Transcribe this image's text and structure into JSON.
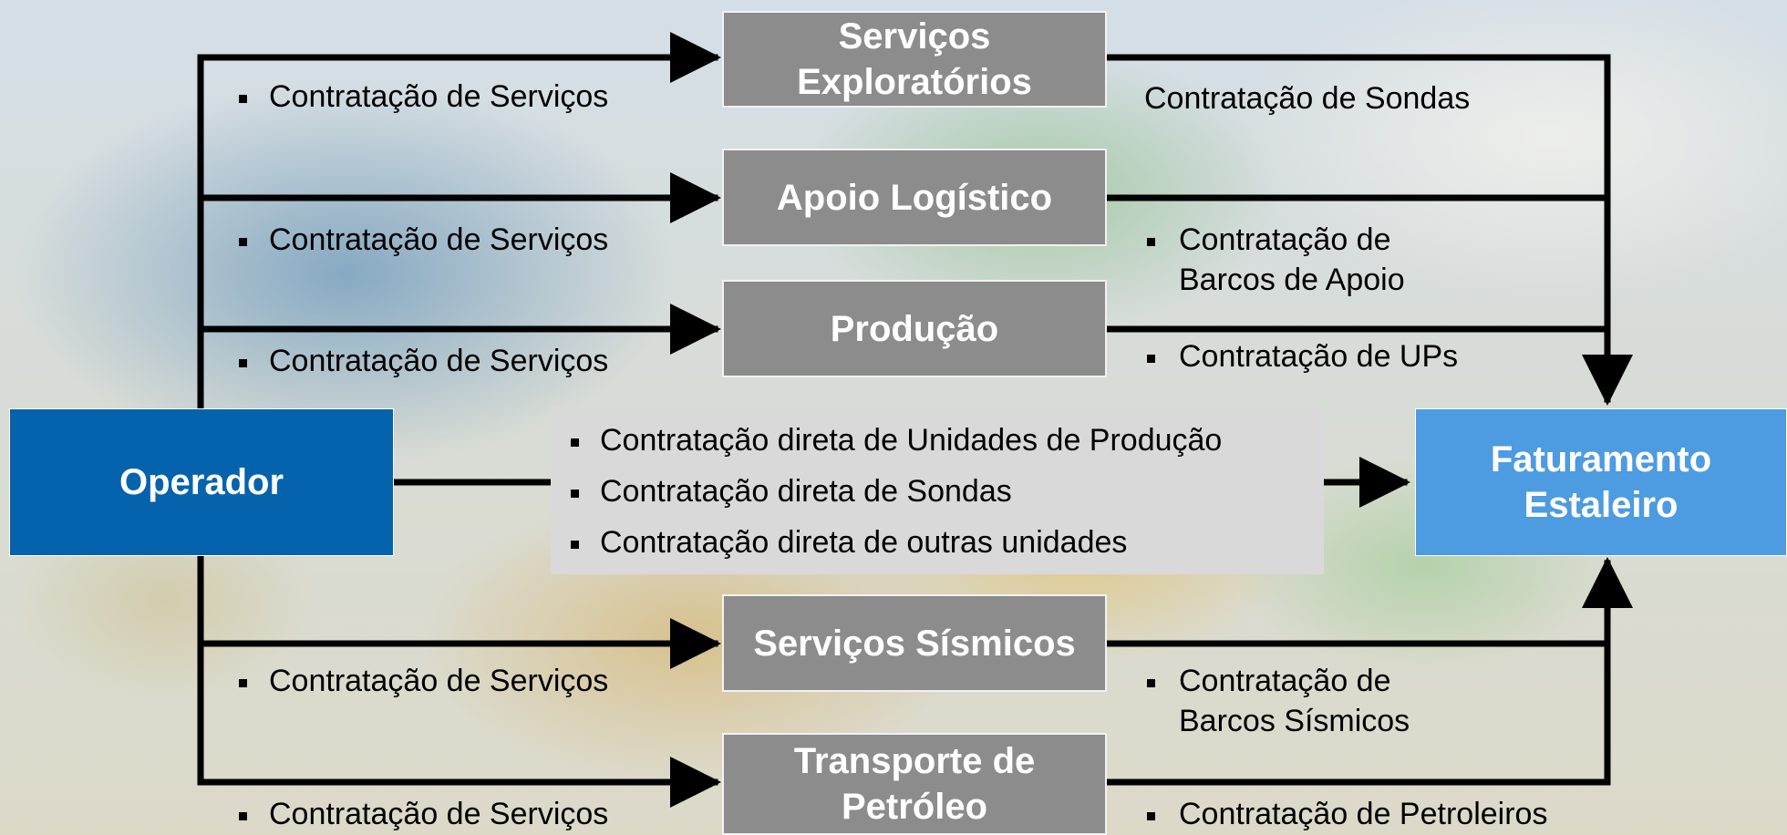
{
  "boxes": {
    "servicos_exploratorios": "Serviços Exploratórios",
    "apoio_logistico": "Apoio Logístico",
    "producao": "Produção",
    "servicos_sismicos": "Serviços Sísmicos",
    "transporte_petroleo": "Transporte de Petróleo",
    "operador": "Operador",
    "faturamento": "Faturamento Estaleiro"
  },
  "left_labels": [
    "Contratação de Serviços",
    "Contratação de Serviços",
    "Contratação de Serviços",
    "Contratação de Serviços",
    "Contratação de Serviços"
  ],
  "right_labels": {
    "sondas": "Contratação de Sondas",
    "barcos_apoio_1": "Contratação de",
    "barcos_apoio_2": "Barcos de Apoio",
    "ups": "Contratação de UPs",
    "barcos_sismicos_1": "Contratação de",
    "barcos_sismicos_2": "Barcos Sísmicos",
    "petroleiros": "Contratação de Petroleiros"
  },
  "center_items": [
    "Contratação direta de Unidades de Produção",
    "Contratação direta de Sondas",
    "Contratação direta de outras unidades"
  ],
  "colors": {
    "operator_blue": "#0563ad",
    "faturamento_blue": "#4d9be0",
    "box_gray": "#8c8c8c",
    "center_gray": "#d9d9d9"
  }
}
